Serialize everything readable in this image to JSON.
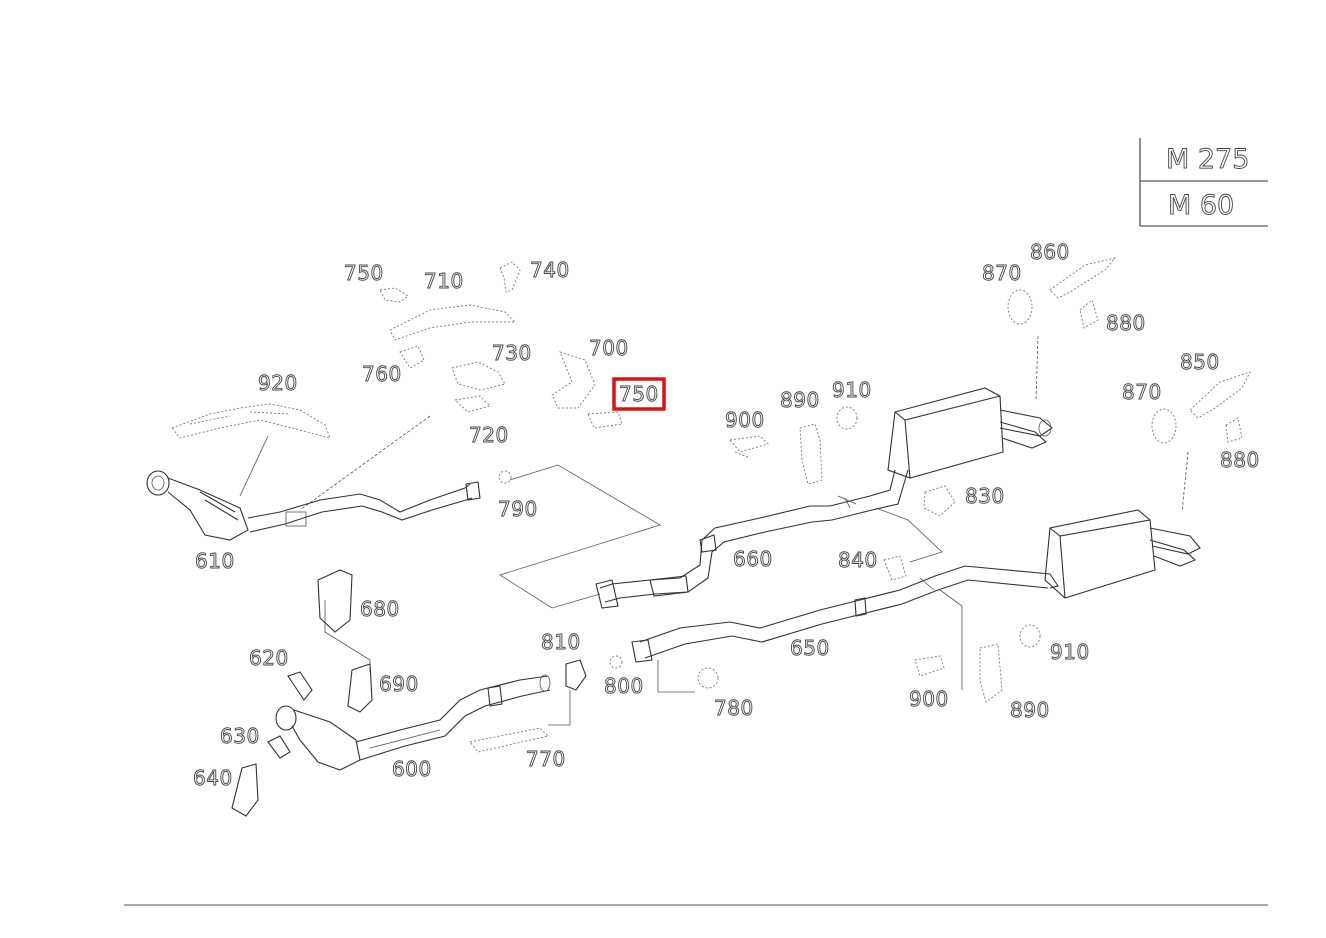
{
  "engine_table": {
    "rows": [
      "M 275",
      "M 60"
    ]
  },
  "highlight": {
    "label": "750",
    "color": "#e01010"
  },
  "callouts": [
    {
      "id": "c750a",
      "text": "750"
    },
    {
      "id": "c710",
      "text": "710"
    },
    {
      "id": "c740",
      "text": "740"
    },
    {
      "id": "c760",
      "text": "760"
    },
    {
      "id": "c730",
      "text": "730"
    },
    {
      "id": "c700",
      "text": "700"
    },
    {
      "id": "c750b",
      "text": "750"
    },
    {
      "id": "c720",
      "text": "720"
    },
    {
      "id": "c920",
      "text": "920"
    },
    {
      "id": "c610",
      "text": "610"
    },
    {
      "id": "c790",
      "text": "790"
    },
    {
      "id": "c900a",
      "text": "900"
    },
    {
      "id": "c890a",
      "text": "890"
    },
    {
      "id": "c910a",
      "text": "910"
    },
    {
      "id": "c870a",
      "text": "870"
    },
    {
      "id": "c860",
      "text": "860"
    },
    {
      "id": "c880a",
      "text": "880"
    },
    {
      "id": "c850",
      "text": "850"
    },
    {
      "id": "c870b",
      "text": "870"
    },
    {
      "id": "c880b",
      "text": "880"
    },
    {
      "id": "c830",
      "text": "830"
    },
    {
      "id": "c660",
      "text": "660"
    },
    {
      "id": "c840",
      "text": "840"
    },
    {
      "id": "c680",
      "text": "680"
    },
    {
      "id": "c620",
      "text": "620"
    },
    {
      "id": "c690",
      "text": "690"
    },
    {
      "id": "c810",
      "text": "810"
    },
    {
      "id": "c800",
      "text": "800"
    },
    {
      "id": "c650",
      "text": "650"
    },
    {
      "id": "c780",
      "text": "780"
    },
    {
      "id": "c630",
      "text": "630"
    },
    {
      "id": "c600",
      "text": "600"
    },
    {
      "id": "c770",
      "text": "770"
    },
    {
      "id": "c640",
      "text": "640"
    },
    {
      "id": "c910b",
      "text": "910"
    },
    {
      "id": "c900b",
      "text": "900"
    },
    {
      "id": "c890b",
      "text": "890"
    }
  ]
}
